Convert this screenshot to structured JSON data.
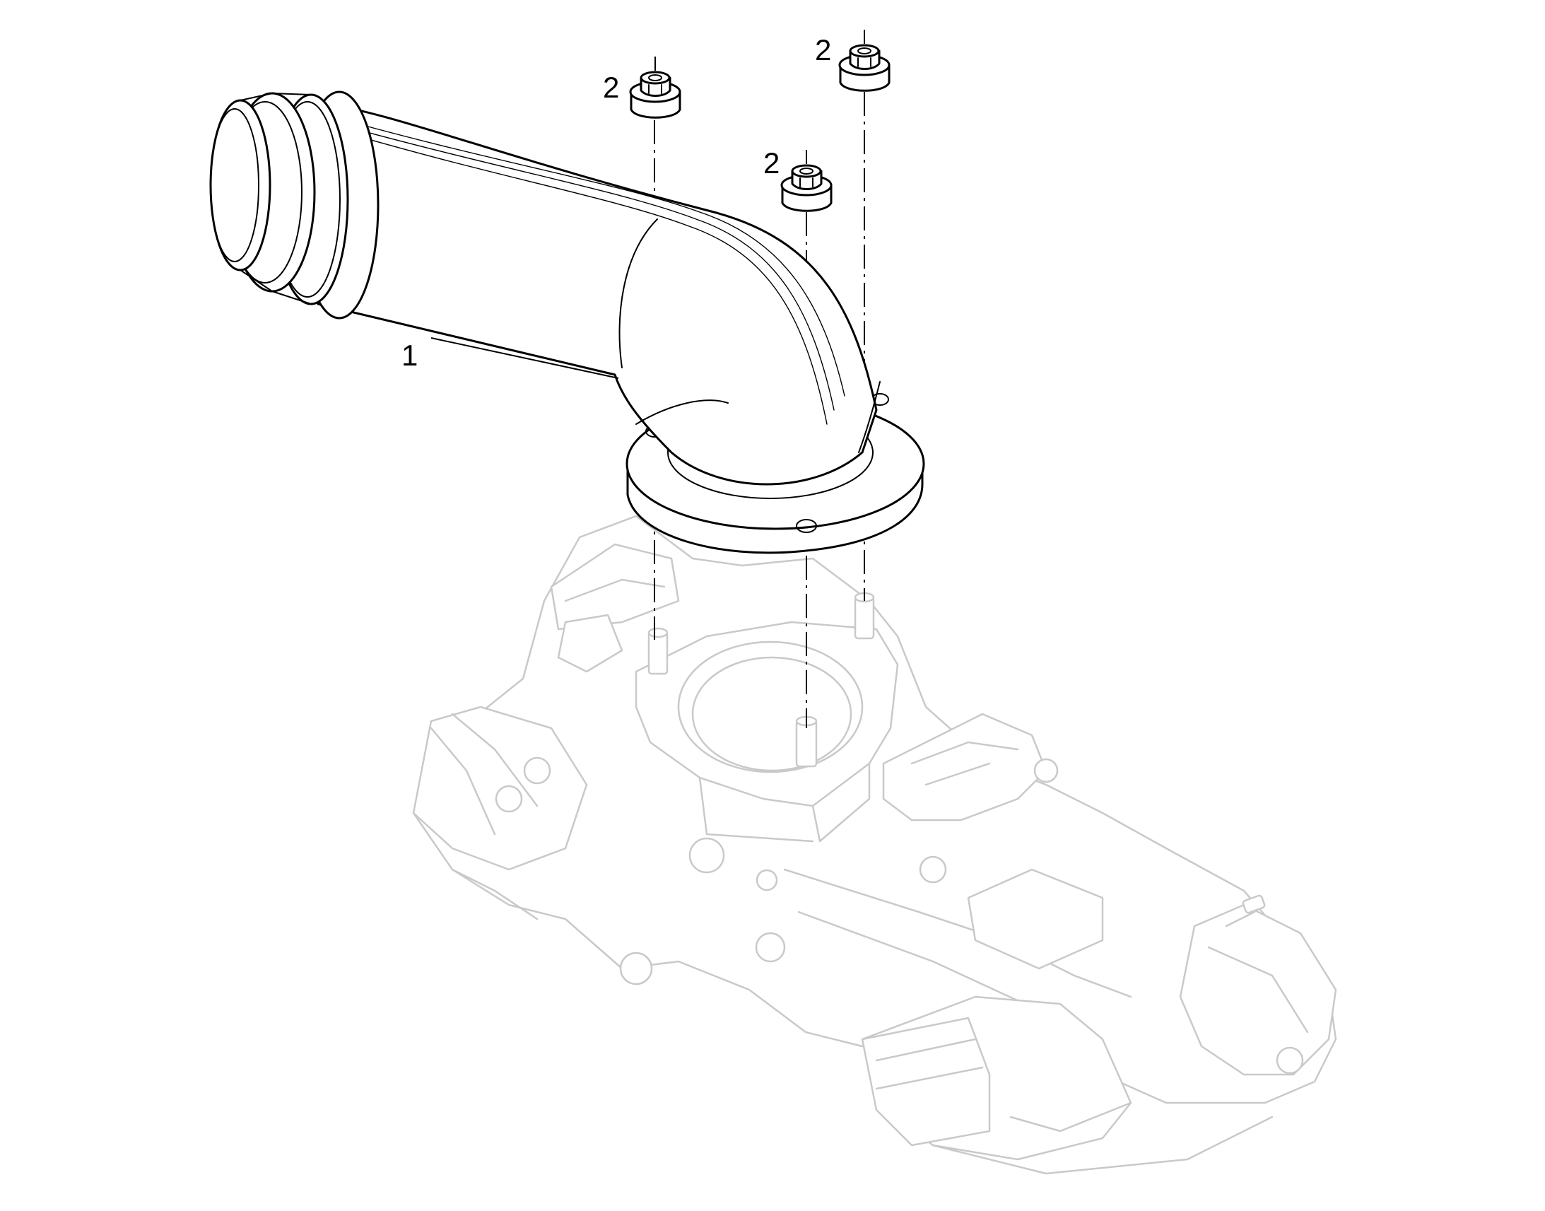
{
  "callouts": [
    {
      "id": "tube",
      "label": "1"
    },
    {
      "id": "nut-left",
      "label": "2"
    },
    {
      "id": "nut-center",
      "label": "2"
    },
    {
      "id": "nut-right",
      "label": "2"
    }
  ],
  "colors": {
    "line": "#000000",
    "ghost_line": "#c9c9c9",
    "background": "#ffffff"
  }
}
